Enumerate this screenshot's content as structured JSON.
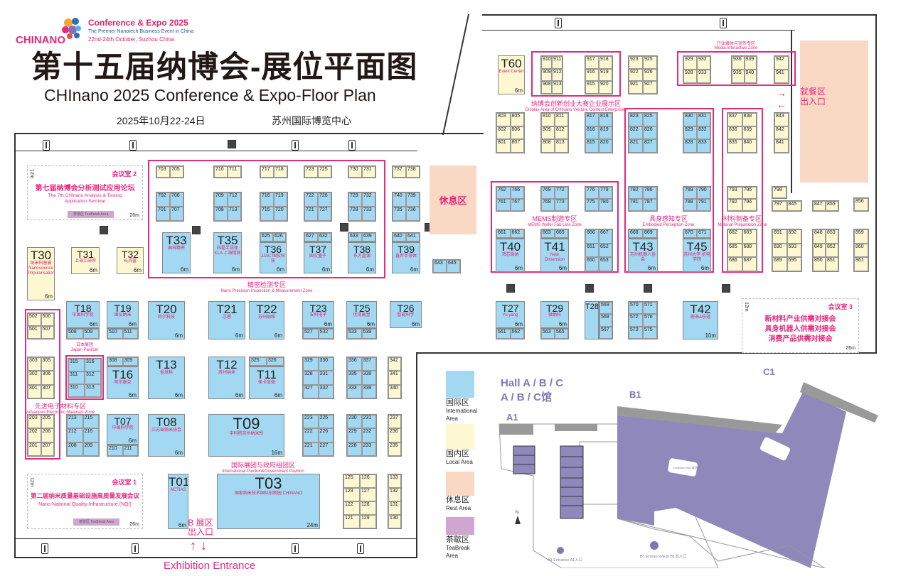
{
  "header": {
    "logo_text": "CHINANO",
    "event_name": "Conference & Expo 2025",
    "tagline": "The Premier Nanotech Business Event in China",
    "event_dates": "22nd-24th  October, Suzhou China",
    "title_cn": "第十五届纳博会-展位平面图",
    "title_en": "CHInano 2025 Conference & Expo-Floor Plan",
    "date_cn": "2025年10月22-24日",
    "venue_cn": "苏州国际博览中心"
  },
  "colors": {
    "international": "#a3d8f2",
    "local": "#fdf8d2",
    "rest": "#f9d8c4",
    "teabreak": "#cfa6cf",
    "zone": "#e6287f",
    "hall": "#8f88bb"
  },
  "zones": [
    {
      "cn": "精密检测专区",
      "en": "Nano Precision Inspection & Measurement Zone"
    },
    {
      "cn": "先进电子材料专区",
      "en": "Advanced Electronic Materials Zone"
    },
    {
      "cn": "国际展团与政府组团区",
      "en": "International Pavilion&Government Pavilion"
    },
    {
      "cn": "纳博会创新创业大赛企业展示区",
      "en": "Display Area of CHInano Venture Contest Enterprises"
    },
    {
      "cn": "行业媒体与宣传专区",
      "en": "Media Interactive Zone"
    },
    {
      "cn": "MEMS制造专区",
      "en": "MEMS Wafer Fab Line Zone"
    },
    {
      "cn": "具身感知专区",
      "en": "Embodied Perception Zone"
    },
    {
      "cn": "材料制备专区",
      "en": "Material Preparation Zone"
    },
    {
      "cn": "日本展团",
      "en": "Japan Pavilion"
    }
  ],
  "conference_rooms": [
    {
      "room": "会议室 2",
      "title": "第七届纳博会分析测试应用论坛",
      "subtitle": "The 7th CHInano Analysis & Testing Application Seminar",
      "tea": "茶歇区 TeaBreak Area",
      "width": "26m",
      "depth": "12m"
    },
    {
      "room": "会议室 1",
      "title": "第二届纳米质量基础设施高质量发展会议",
      "subtitle": "Nano-National Quality Infrastructure (NQI)",
      "tea": "茶歇区 TeaBreak Area",
      "width": "26m",
      "depth": "12m"
    },
    {
      "room": "会议室 3",
      "title": "新材料产业供需对接会",
      "title2": "具身机器人供需对接会",
      "title3": "消费产品供需对接会",
      "width": "26m",
      "depth": "12m"
    }
  ],
  "rest_area": "休息区",
  "dining_exit": {
    "line1": "就餐区",
    "line2": "出入口"
  },
  "b_exit": {
    "line1": "B 展区",
    "line2": "出入口"
  },
  "exhibition_entrance": "Exhibition Entrance",
  "t_booths": [
    {
      "id": "T33",
      "size": "6m",
      "name": "国科精密"
    },
    {
      "id": "T35",
      "size": "6m",
      "name": "科磊半导体 KLA 上海精测"
    },
    {
      "id": "T36",
      "size": "6m",
      "name": "JJAC 国仪科技"
    },
    {
      "id": "T37",
      "size": "6m",
      "name": "国仪量子"
    },
    {
      "id": "T38",
      "size": "6m",
      "name": "东方晶源"
    },
    {
      "id": "T39",
      "size": "6m",
      "name": "鑫斧半导体"
    },
    {
      "id": "T30",
      "size": "6m",
      "name": "纳米科普展",
      "name_en": "Nanoscience Popularisation"
    },
    {
      "id": "T31",
      "size": "6m",
      "name": "上海汇研所"
    },
    {
      "id": "T32",
      "size": "6m",
      "name": "长鸿富"
    },
    {
      "id": "T18",
      "size": "6m",
      "name": "中国科学院"
    },
    {
      "id": "T19",
      "size": "6m",
      "name": "国仪纳米"
    },
    {
      "id": "T20",
      "size": "6m",
      "name": "阿尔科技"
    },
    {
      "id": "T21",
      "size": "6m",
      "name": "芯睿"
    },
    {
      "id": "T22",
      "size": "6m",
      "name": "苏州纳维"
    },
    {
      "id": "T23",
      "size": "6m",
      "name": "安科电子"
    },
    {
      "id": "T25",
      "size": "6m",
      "name": "优视高翌"
    },
    {
      "id": "T26",
      "size": "6m",
      "name": "智能科学"
    },
    {
      "id": "T16",
      "size": "6m",
      "name": "阿尔泰克"
    },
    {
      "id": "T13",
      "size": "6m",
      "name": "爱发科"
    },
    {
      "id": "T12",
      "size": "6m",
      "name": "苏州纳米"
    },
    {
      "id": "T11",
      "size": "6m",
      "name": "徕卡显微"
    },
    {
      "id": "T07",
      "size": "6m",
      "name": "中国科学院"
    },
    {
      "id": "T08",
      "size": "6m",
      "name": "江苏省纳米协会"
    },
    {
      "id": "T09",
      "size": "16m",
      "name": "中科院苏州纳米所"
    },
    {
      "id": "T01",
      "size": "6m",
      "name": "NCTIAS"
    },
    {
      "id": "T03",
      "size": "24m",
      "name": "国家纳米技术国际创新园 CHINANO"
    },
    {
      "id": "T60",
      "size": "6m",
      "name": "Event Center"
    },
    {
      "id": "T40",
      "size": "6m",
      "name": "鸿芯微纳"
    },
    {
      "id": "T41",
      "size": "6m",
      "name": "New Dimension"
    },
    {
      "id": "T43",
      "size": "6m",
      "name": "苏州机器人协会"
    },
    {
      "id": "T45",
      "size": "6m",
      "name": "苏州大学 机电学院"
    },
    {
      "id": "T27",
      "size": "6m",
      "name": "Yu yang"
    },
    {
      "id": "T29",
      "size": "6m",
      "name": "微纳科"
    },
    {
      "id": "T28",
      "size": "",
      "name": ""
    },
    {
      "id": "T42",
      "size": "10m",
      "name": "蔚来&乐道"
    }
  ],
  "blocks": [
    {
      "area": "local",
      "nums": [
        "703",
        "705"
      ]
    },
    {
      "area": "local",
      "nums": [
        "710",
        "711"
      ]
    },
    {
      "area": "local",
      "nums": [
        "717",
        "718"
      ]
    },
    {
      "area": "local",
      "nums": [
        "723",
        "725"
      ]
    },
    {
      "area": "local",
      "nums": [
        "730",
        "731"
      ]
    },
    {
      "area": "local",
      "nums": [
        "737",
        "738"
      ]
    },
    {
      "area": "intl",
      "nums": [
        "702",
        "706",
        "701",
        "707"
      ]
    },
    {
      "area": "intl",
      "nums": [
        "709",
        "712",
        "708",
        "713"
      ]
    },
    {
      "area": "intl",
      "nums": [
        "716",
        "719",
        "715",
        "720"
      ]
    },
    {
      "area": "intl",
      "nums": [
        "722",
        "726",
        "721",
        "727"
      ]
    },
    {
      "area": "intl",
      "nums": [
        "729",
        "732",
        "728",
        "733"
      ]
    },
    {
      "area": "intl",
      "nums": [
        "740",
        "739",
        "735",
        "736"
      ]
    },
    {
      "area": "intl",
      "nums": [
        "625",
        "626"
      ]
    },
    {
      "area": "intl",
      "nums": [
        "627",
        "632"
      ]
    },
    {
      "area": "intl",
      "nums": [
        "633",
        "639"
      ]
    },
    {
      "area": "intl",
      "nums": [
        "640",
        "641"
      ]
    },
    {
      "area": "intl",
      "nums": [
        "643",
        "645"
      ]
    },
    {
      "area": "local",
      "nums": [
        "502",
        "506",
        "501",
        "507"
      ]
    },
    {
      "area": "intl",
      "nums": [
        "508",
        "509"
      ]
    },
    {
      "area": "intl",
      "nums": [
        "510",
        "511"
      ]
    },
    {
      "area": "intl",
      "nums": [
        "527",
        "532"
      ]
    },
    {
      "area": "intl",
      "nums": [
        "533",
        "539"
      ]
    },
    {
      "area": "local",
      "nums": [
        "303",
        "305",
        "302",
        "306",
        "301",
        "307"
      ]
    },
    {
      "area": "intl",
      "nums": [
        "315",
        "316",
        "311",
        "312",
        "310",
        "313"
      ]
    },
    {
      "area": "intl",
      "nums": [
        "308",
        "309"
      ]
    },
    {
      "area": "intl",
      "nums": [
        "325",
        "326"
      ]
    },
    {
      "area": "intl",
      "nums": [
        "329",
        "330",
        "328",
        "331",
        "327",
        "332"
      ]
    },
    {
      "area": "intl",
      "nums": [
        "336",
        "337",
        "335",
        "338",
        "333",
        "339"
      ]
    },
    {
      "area": "local",
      "nums": [
        "342",
        "341",
        "340"
      ]
    },
    {
      "area": "local",
      "nums": [
        "203",
        "205",
        "202",
        "206",
        "201",
        "207"
      ]
    },
    {
      "area": "intl",
      "nums": [
        "213",
        "215",
        "212",
        "216",
        "208",
        "209"
      ]
    },
    {
      "area": "intl",
      "nums": [
        "210",
        "211"
      ]
    },
    {
      "area": "intl",
      "nums": [
        "223",
        "225",
        "222",
        "226",
        "221",
        "227"
      ]
    },
    {
      "area": "intl",
      "nums": [
        "230",
        "231",
        "229",
        "232",
        "228",
        "233"
      ]
    },
    {
      "area": "local",
      "nums": [
        "237",
        "236",
        "235"
      ]
    },
    {
      "area": "local",
      "nums": [
        "125",
        "126",
        "123",
        "127",
        "122",
        "128",
        "121",
        "129"
      ]
    },
    {
      "area": "local",
      "nums": [
        "133",
        "132",
        "131",
        "130"
      ]
    },
    {
      "area": "local",
      "nums": [
        "910",
        "911",
        "909",
        "912",
        "908",
        "913"
      ]
    },
    {
      "area": "local",
      "nums": [
        "917",
        "918",
        "916",
        "919",
        "915",
        "920"
      ]
    },
    {
      "area": "local",
      "nums": [
        "923",
        "925",
        "922",
        "926",
        "921",
        "927"
      ]
    },
    {
      "area": "local",
      "nums": [
        "929",
        "932",
        "928",
        "933"
      ]
    },
    {
      "area": "local",
      "nums": [
        "936",
        "939",
        "935",
        "940"
      ]
    },
    {
      "area": "local",
      "nums": [
        "942",
        "941"
      ]
    },
    {
      "area": "local",
      "nums": [
        "803",
        "805",
        "802",
        "806",
        "801",
        "807"
      ]
    },
    {
      "area": "local",
      "nums": [
        "810",
        "811",
        "809",
        "812",
        "808",
        "813"
      ]
    },
    {
      "area": "intl",
      "nums": [
        "817",
        "818",
        "816",
        "819",
        "815",
        "820"
      ]
    },
    {
      "area": "intl",
      "nums": [
        "823",
        "825",
        "822",
        "826",
        "821",
        "827"
      ]
    },
    {
      "area": "intl",
      "nums": [
        "830",
        "831",
        "829",
        "832",
        "828",
        "833"
      ]
    },
    {
      "area": "local",
      "nums": [
        "837",
        "838",
        "836",
        "839",
        "835",
        "840"
      ]
    },
    {
      "area": "local",
      "nums": [
        "843",
        "842",
        "841"
      ]
    },
    {
      "area": "intl",
      "nums": [
        "762",
        "766",
        "761",
        "767"
      ]
    },
    {
      "area": "intl",
      "nums": [
        "769",
        "772",
        "768",
        "773"
      ]
    },
    {
      "area": "intl",
      "nums": [
        "776",
        "779",
        "775",
        "780"
      ]
    },
    {
      "area": "intl",
      "nums": [
        "782",
        "786",
        "781",
        "787"
      ]
    },
    {
      "area": "intl",
      "nums": [
        "789",
        "790",
        "788",
        "791"
      ]
    },
    {
      "area": "local",
      "nums": [
        "793",
        "795",
        "792",
        "796"
      ]
    },
    {
      "area": "local",
      "nums": [
        "798"
      ]
    },
    {
      "area": "local",
      "nums": [
        "797",
        "845"
      ]
    },
    {
      "area": "local",
      "nums": [
        "847",
        "855"
      ]
    },
    {
      "area": "local",
      "nums": [
        "856"
      ]
    },
    {
      "area": "intl",
      "nums": [
        "661",
        "662"
      ]
    },
    {
      "area": "intl",
      "nums": [
        "663",
        "665"
      ]
    },
    {
      "area": "intl",
      "nums": [
        "666",
        "667",
        "651",
        "652",
        "650",
        "653"
      ]
    },
    {
      "area": "intl",
      "nums": [
        "668",
        "669"
      ]
    },
    {
      "area": "intl",
      "nums": [
        "670",
        "671"
      ]
    },
    {
      "area": "local",
      "nums": [
        "682",
        "683",
        "685",
        "688",
        "686",
        "687"
      ]
    },
    {
      "area": "local",
      "nums": [
        "691",
        "692",
        "690",
        "693",
        "689",
        "695"
      ]
    },
    {
      "area": "local",
      "nums": [
        "848",
        "853",
        "849",
        "852",
        "850",
        "851"
      ]
    },
    {
      "area": "local",
      "nums": [
        "859",
        "860",
        "861"
      ]
    },
    {
      "area": "intl",
      "nums": [
        "561",
        "562"
      ]
    },
    {
      "area": "intl",
      "nums": [
        "563",
        "565"
      ]
    },
    {
      "area": "intl",
      "nums": [
        "569",
        "568",
        "567"
      ]
    },
    {
      "area": "intl",
      "nums": [
        "570",
        "571",
        "572",
        "576",
        "573",
        "575"
      ]
    }
  ],
  "legend": [
    {
      "cn": "国际区",
      "en": "International Area"
    },
    {
      "cn": "国内区",
      "en": "Local Area"
    },
    {
      "cn": "休息区",
      "en": "Rest Area"
    },
    {
      "cn": "茶歇区",
      "en": "TeaBreak Area"
    }
  ],
  "hall_map": {
    "title_en": "Hall A / B / C",
    "title_cn": "A / B / C馆",
    "labels": [
      "A1",
      "B1",
      "C1"
    ],
    "hall_label": "Exhibition Hall 展览区",
    "north": "N",
    "a1_entrance": "A1 Entrance A1入口",
    "b1_entrance": "B1 Entrance/Exit B1出入口"
  }
}
